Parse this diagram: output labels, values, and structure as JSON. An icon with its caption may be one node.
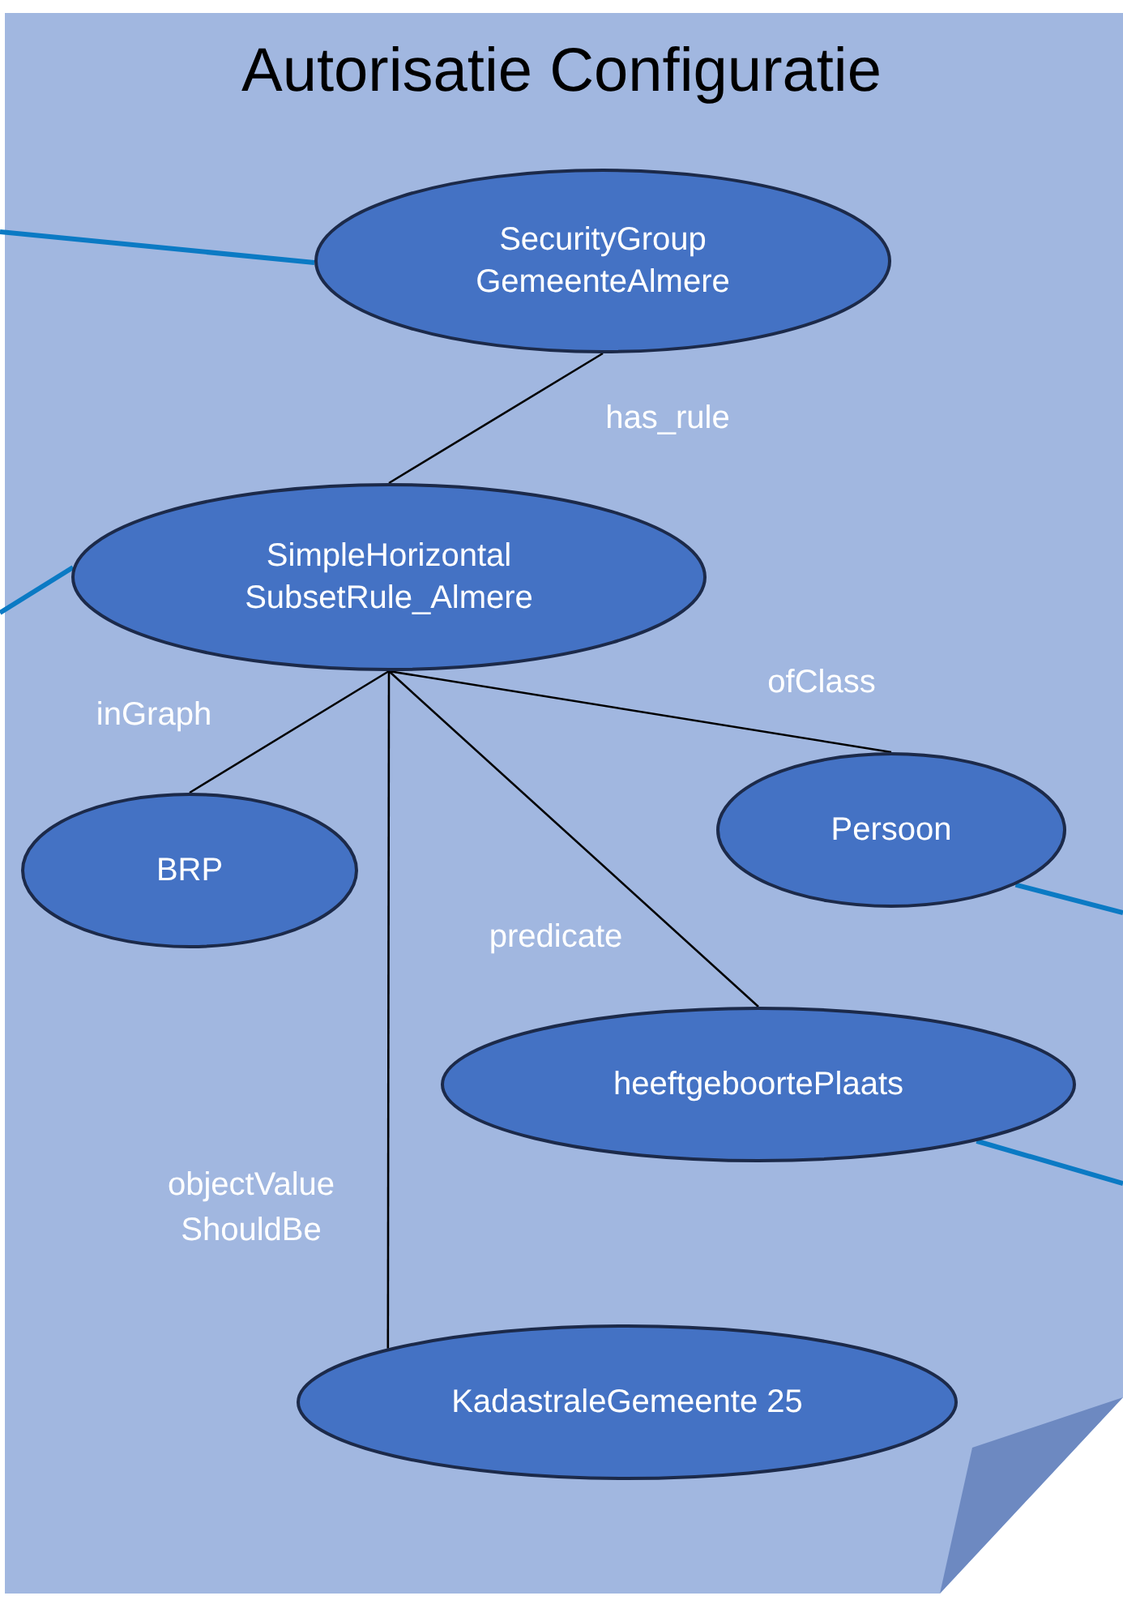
{
  "diagram": {
    "title": "Autorisatie Configuratie",
    "nodes": [
      {
        "text": [
          "SecurityGroup GemeenteAlmere"
        ]
      },
      {
        "text": [
          "SimpleHorizontal SubsetRule_Almere"
        ]
      },
      {
        "text": [
          "BRP"
        ]
      },
      {
        "text": [
          "Persoon"
        ]
      },
      {
        "text": [
          "heeftgeboortePlaats"
        ]
      },
      {
        "text": [
          "KadastraleGemeente 25"
        ]
      }
    ],
    "edges": [
      {
        "from": 0,
        "to": 1,
        "arrow": "none",
        "label": "has_rule"
      },
      {
        "from": 1,
        "to": 2,
        "arrow": "none",
        "label": "inGraph"
      },
      {
        "from": 1,
        "to": 3,
        "arrow": "none",
        "label": "ofClass"
      },
      {
        "from": 1,
        "to": 4,
        "arrow": "none",
        "label": "predicate"
      },
      {
        "from": 1,
        "to": 5,
        "arrow": "none",
        "label": "objectValue ShouldBe"
      },
      {
        "from": null,
        "to": 0,
        "arrow": "none",
        "style": "thick",
        "color": "#0b7ac4"
      },
      {
        "from": null,
        "to": 1,
        "arrow": "none",
        "style": "thick",
        "color": "#0b7ac4"
      },
      {
        "from": 3,
        "to": null,
        "arrow": "none",
        "style": "thick",
        "color": "#0b7ac4"
      },
      {
        "from": 4,
        "to": null,
        "arrow": "none",
        "style": "thick",
        "color": "#0b7ac4"
      }
    ]
  }
}
